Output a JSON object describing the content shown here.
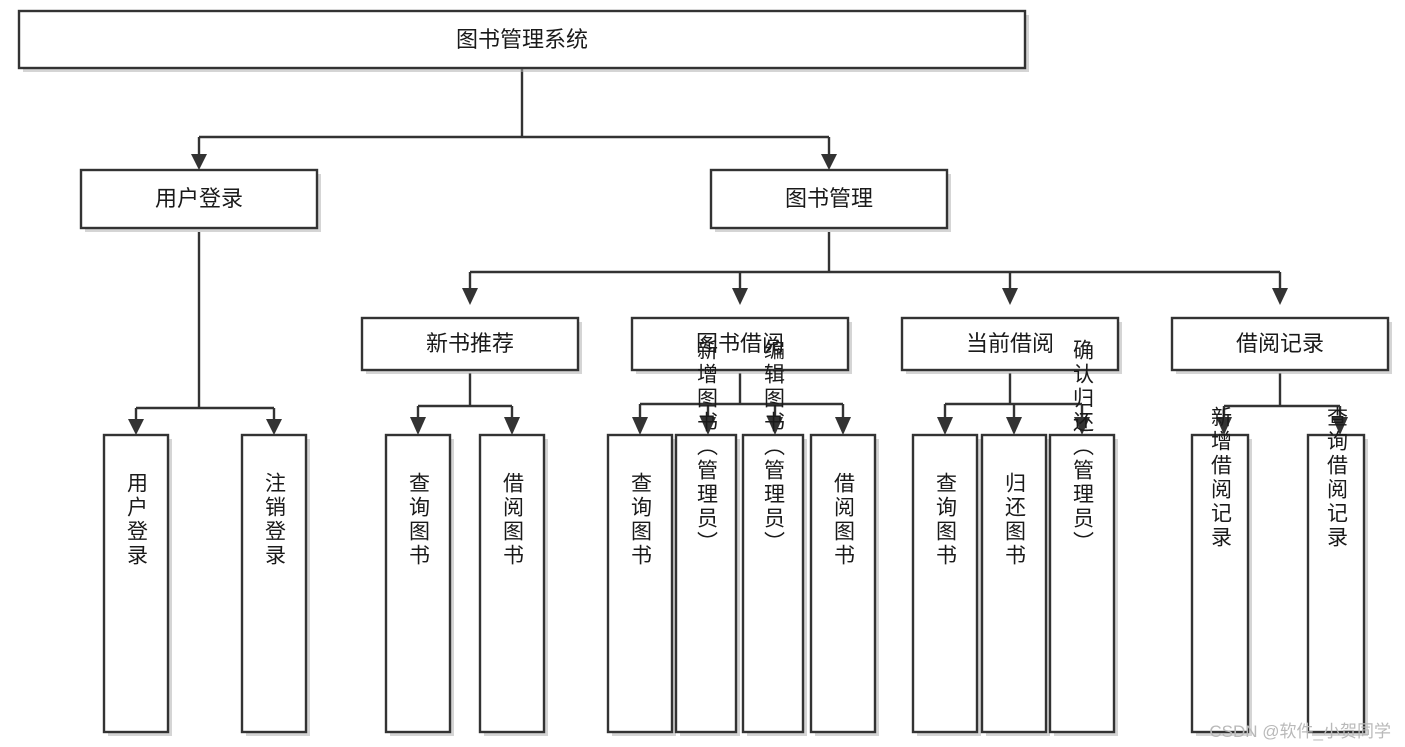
{
  "diagram": {
    "type": "tree-hierarchy-chart",
    "title": "图书管理系统",
    "orientation": "top-down",
    "colors": {
      "box_fill": "#ffffff",
      "box_stroke": "#333333",
      "text": "#1a1a1a",
      "background": "#ffffff",
      "watermark": "#b9b9b9"
    },
    "root": {
      "label": "图书管理系统"
    },
    "level2": [
      {
        "id": "user-login",
        "label": "用户登录"
      },
      {
        "id": "book-manage",
        "label": "图书管理"
      }
    ],
    "level3": [
      {
        "id": "new-book-recommend",
        "label": "新书推荐",
        "parent": "book-manage"
      },
      {
        "id": "book-borrow",
        "label": "图书借阅",
        "parent": "book-manage"
      },
      {
        "id": "current-borrow",
        "label": "当前借阅",
        "parent": "book-manage"
      },
      {
        "id": "borrow-record",
        "label": "借阅记录",
        "parent": "book-manage"
      }
    ],
    "leaves": {
      "user-login": [
        {
          "id": "leaf-user-login",
          "label": "用户登录"
        },
        {
          "id": "leaf-user-logout",
          "label": "注销登录"
        }
      ],
      "new-book-recommend": [
        {
          "id": "leaf-query-book-1",
          "label": "查询图书"
        },
        {
          "id": "leaf-borrow-book-1",
          "label": "借阅图书"
        }
      ],
      "book-borrow": [
        {
          "id": "leaf-query-book-2",
          "label": "查询图书"
        },
        {
          "id": "leaf-add-book",
          "label": "新增图书（管理员）"
        },
        {
          "id": "leaf-edit-book",
          "label": "编辑图书（管理员）"
        },
        {
          "id": "leaf-borrow-book-2",
          "label": "借阅图书"
        }
      ],
      "current-borrow": [
        {
          "id": "leaf-query-book-3",
          "label": "查询图书"
        },
        {
          "id": "leaf-return-book",
          "label": "归还图书"
        },
        {
          "id": "leaf-confirm-return",
          "label": "确认归还（管理员）"
        }
      ],
      "borrow-record": [
        {
          "id": "leaf-add-record",
          "label": "新增借阅记录"
        },
        {
          "id": "leaf-query-record",
          "label": "查询借阅记录"
        }
      ]
    }
  },
  "watermark": {
    "text": "CSDN @软件_小贺同学"
  }
}
